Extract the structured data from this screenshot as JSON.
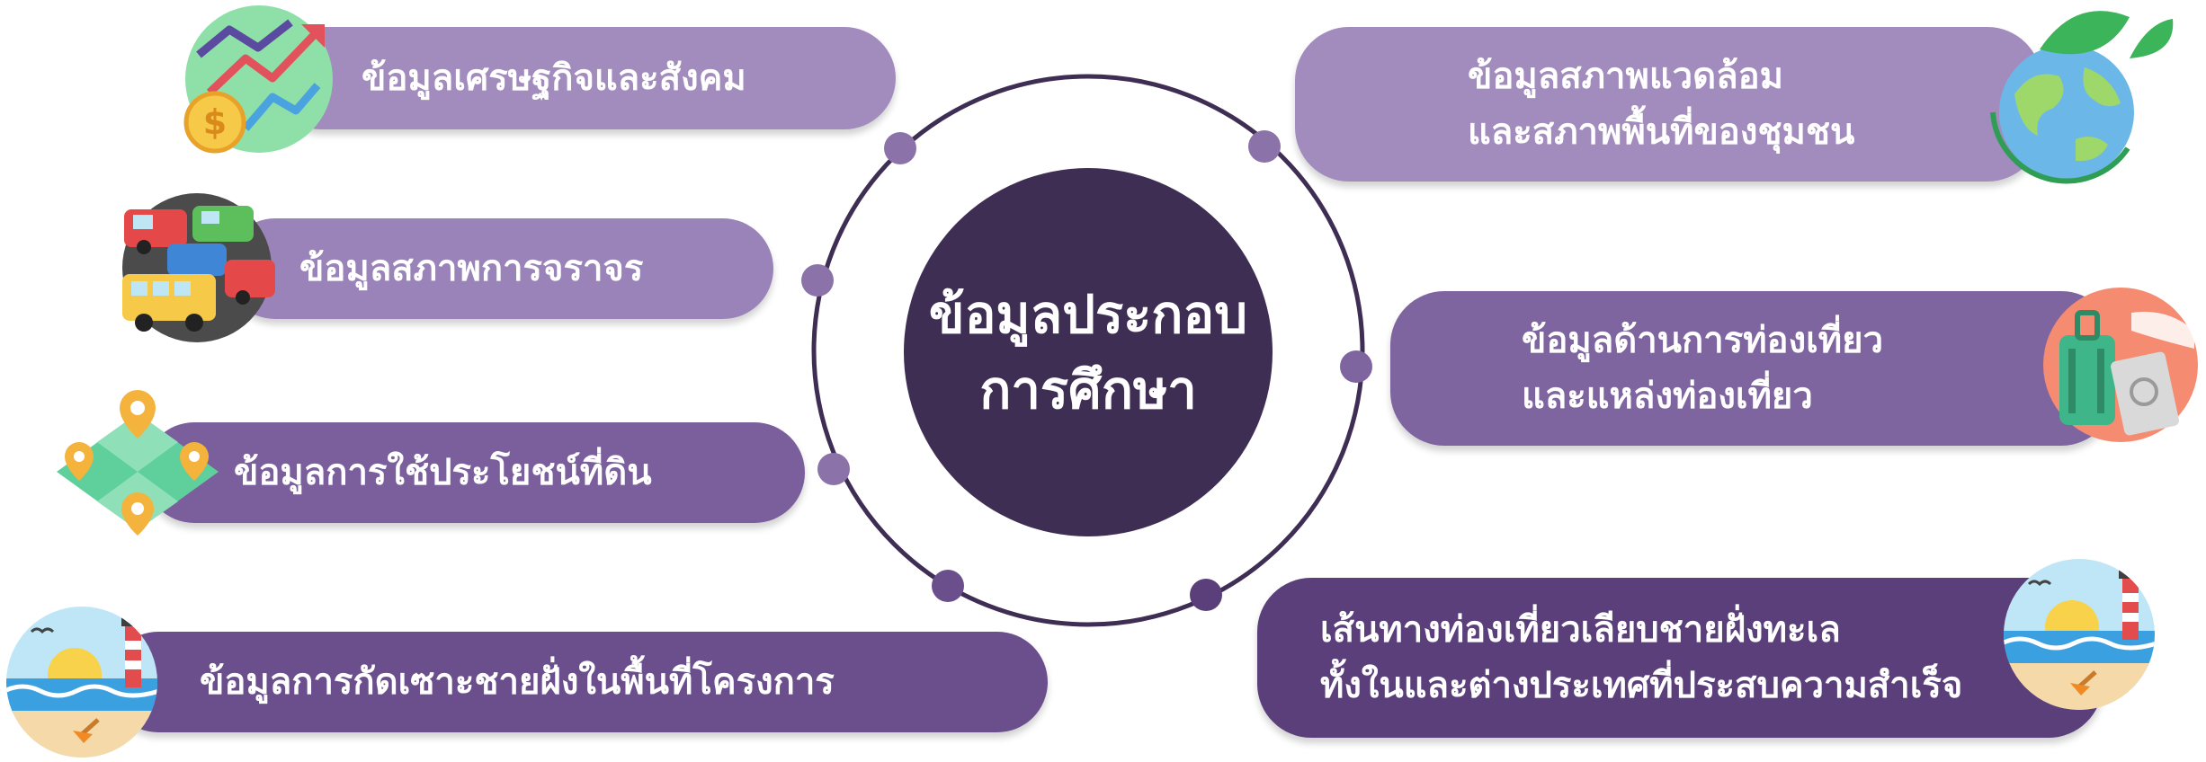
{
  "center": {
    "line1": "ข้อมูลประกอบ",
    "line2": "การศึกษา"
  },
  "left_items": [
    {
      "label": "ข้อมูลเศรษฐกิจและสังคม",
      "icon": "economy-chart-icon",
      "color": "#a28cbd"
    },
    {
      "label": "ข้อมูลสภาพการจราจร",
      "icon": "traffic-cars-icon",
      "color": "#9a83b8"
    },
    {
      "label": "ข้อมูลการใช้ประโยชน์ที่ดิน",
      "icon": "land-map-icon",
      "color": "#7a5f9c"
    },
    {
      "label": "ข้อมูลการกัดเซาะชายฝั่งในพื้นที่โครงการ",
      "icon": "beach-lighthouse-icon",
      "color": "#6b4f8d"
    }
  ],
  "right_items": [
    {
      "line1": "ข้อมูลสภาพแวดล้อม",
      "line2": "และสภาพพื้นที่ของชุมชน",
      "icon": "earth-leaf-icon",
      "color": "#a28cbd"
    },
    {
      "line1": "ข้อมูลด้านการท่องเที่ยว",
      "line2": "และแหล่งท่องเที่ยว",
      "icon": "travel-luggage-icon",
      "color": "#7f659f"
    },
    {
      "line1": "เส้นทางท่องเที่ยวเลียบชายฝั่งทะเล",
      "line2": "ทั้งในและต่างประเทศที่ประสบความสำเร็จ",
      "icon": "beach-lighthouse-icon",
      "color": "#5a3f7a"
    }
  ]
}
